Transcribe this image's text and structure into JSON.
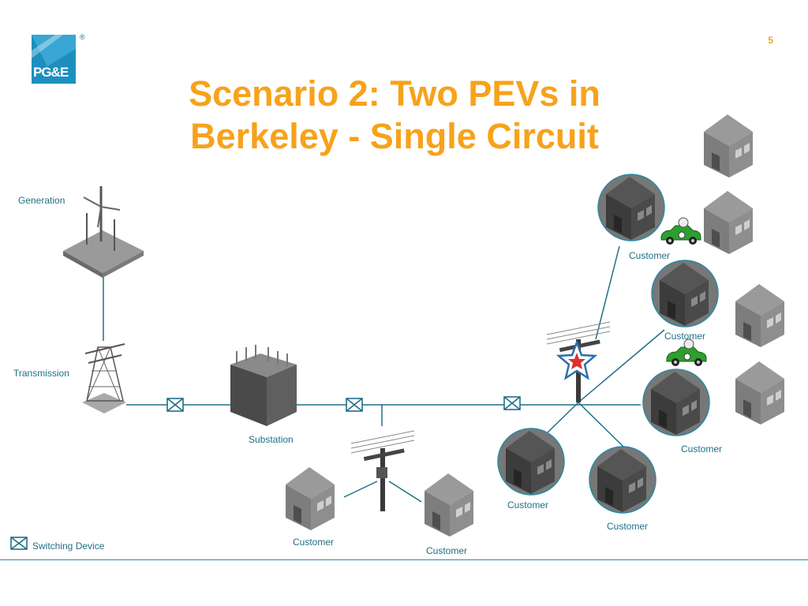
{
  "slide": {
    "title_line1": "Scenario 2: Two PEVs in",
    "title_line2": "Berkeley - Single Circuit",
    "page_number": "5",
    "logo_text": "PG&E",
    "logo_mark": "®"
  },
  "labels": {
    "generation": "Generation",
    "transmission": "Transmission",
    "substation": "Substation",
    "customer": "Customer",
    "switching_device": "Switching Device"
  },
  "icons": [
    "wind-turbine-icon",
    "transmission-tower-icon",
    "substation-icon",
    "utility-pole-icon",
    "house-icon",
    "electric-car-icon",
    "switch-icon",
    "star-icon"
  ],
  "colors": {
    "title": "#f7a21b",
    "line": "#1f6f86",
    "logo": "#1d8fbf",
    "house": "#7a7a7a",
    "car": "#2e9e2e",
    "star_outline": "#2a6fb0",
    "star_fill": "#d9342b"
  }
}
